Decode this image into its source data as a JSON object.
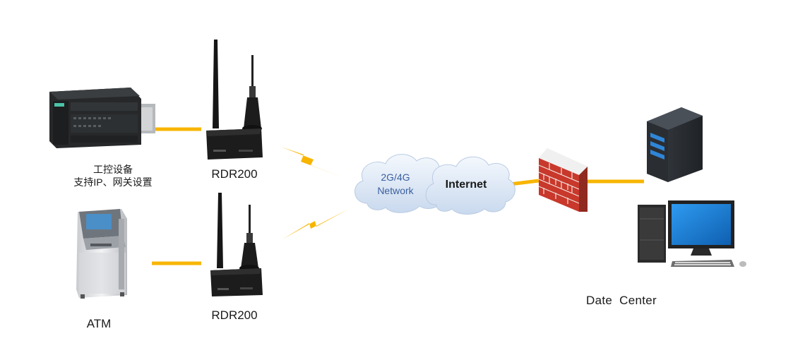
{
  "devices": {
    "plc": {
      "label_line1": "工控设备",
      "label_line2": "支持IP、网关设置"
    },
    "router_top": {
      "label": "RDR200"
    },
    "router_bottom": {
      "label": "RDR200"
    },
    "atm": {
      "label": "ATM"
    }
  },
  "network": {
    "cloud_cellular": {
      "line1": "2G/4G",
      "line2": "Network"
    },
    "cloud_internet": {
      "label": "Internet"
    }
  },
  "data_center": {
    "label": "Date  Center"
  },
  "colors": {
    "link": "#f7b500",
    "lightning": "#f7b500",
    "cloud_fill": "#dfe9f6",
    "firewall_brick": "#c8382b",
    "device_dark": "#1b1b1b",
    "monitor_screen": "#1e7fd6"
  }
}
